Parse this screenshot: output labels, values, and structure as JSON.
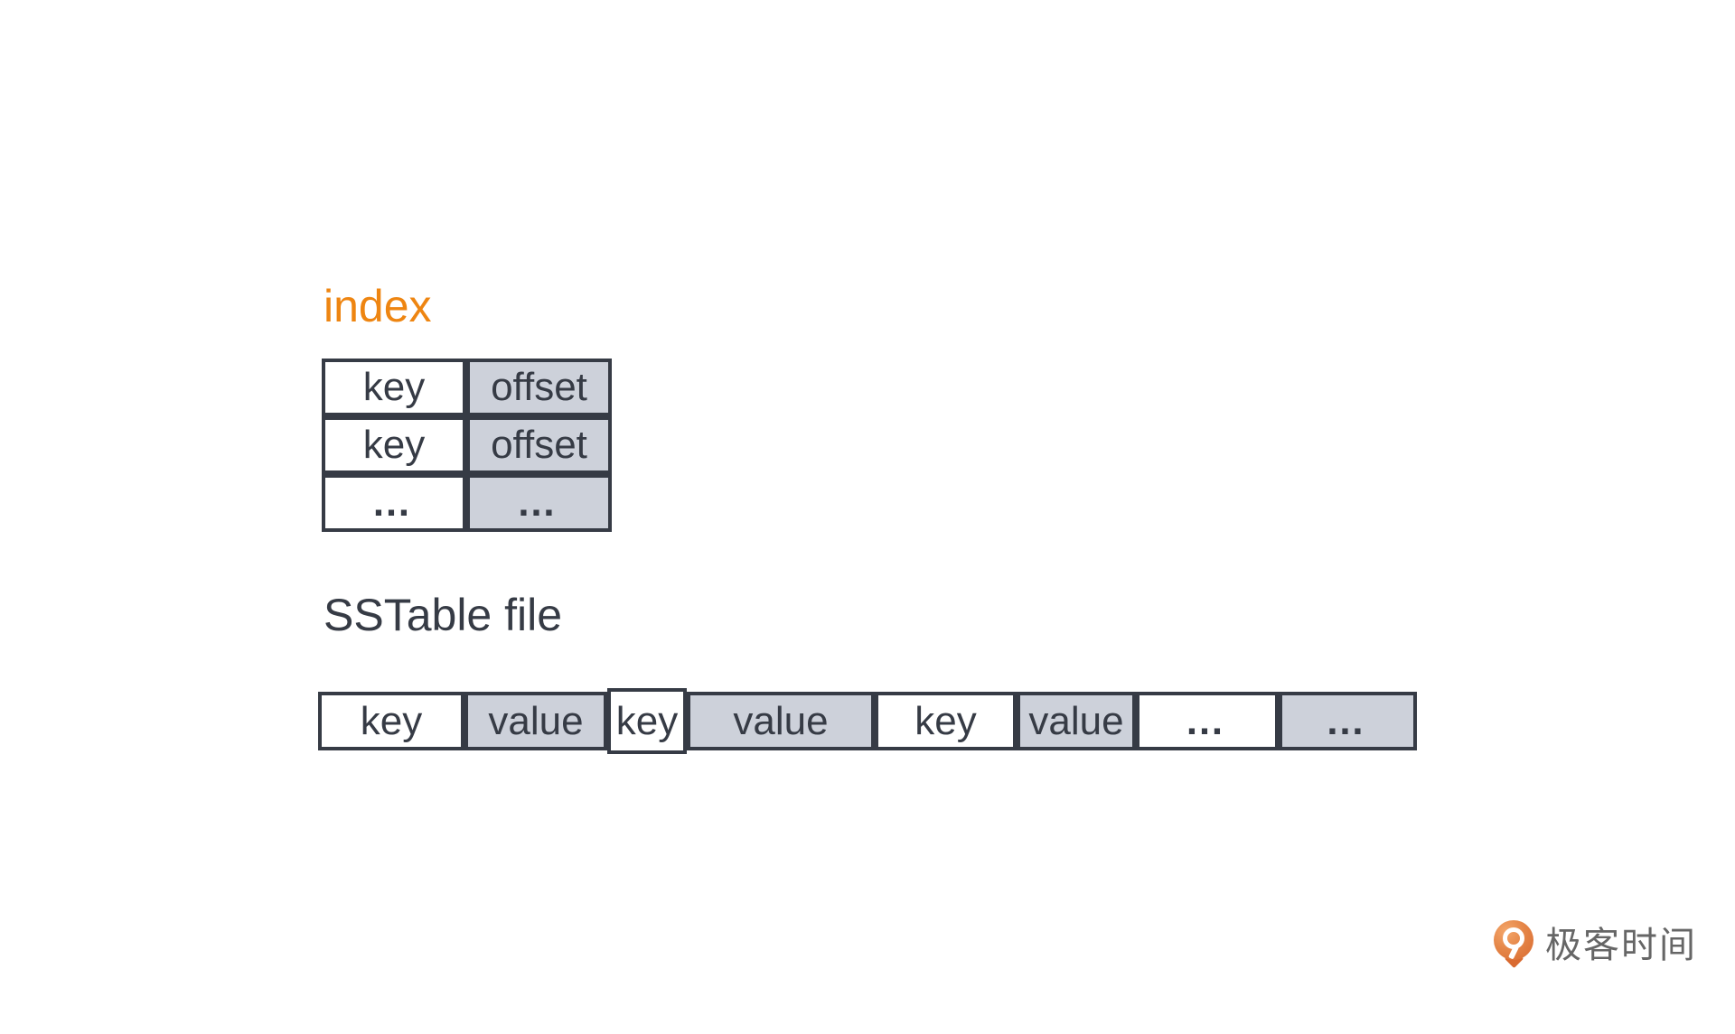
{
  "colors": {
    "background": "#FFFFFF",
    "accent_orange": "#EE8511",
    "dark_stroke_text": "#363B45",
    "cell_gray_fill": "#CDD1DA",
    "cell_white_fill": "#FFFFFF",
    "logo_orange": "#D96A30",
    "logo_text_gray": "#666666"
  },
  "index_section": {
    "label": "index",
    "table": {
      "rows": [
        {
          "key": "key",
          "offset": "offset"
        },
        {
          "key": "key",
          "offset": "offset"
        },
        {
          "key": "…",
          "offset": "…"
        }
      ]
    }
  },
  "sstable_section": {
    "label": "SSTable file",
    "cells": [
      {
        "text": "key",
        "fill": "white"
      },
      {
        "text": "value",
        "fill": "gray"
      },
      {
        "text": "key",
        "fill": "white"
      },
      {
        "text": "value",
        "fill": "gray"
      },
      {
        "text": "key",
        "fill": "white"
      },
      {
        "text": "value",
        "fill": "gray"
      },
      {
        "text": "…",
        "fill": "white"
      },
      {
        "text": "…",
        "fill": "gray"
      }
    ]
  },
  "logo": {
    "icon": "geektime-pin-icon",
    "text": "极客时间"
  }
}
